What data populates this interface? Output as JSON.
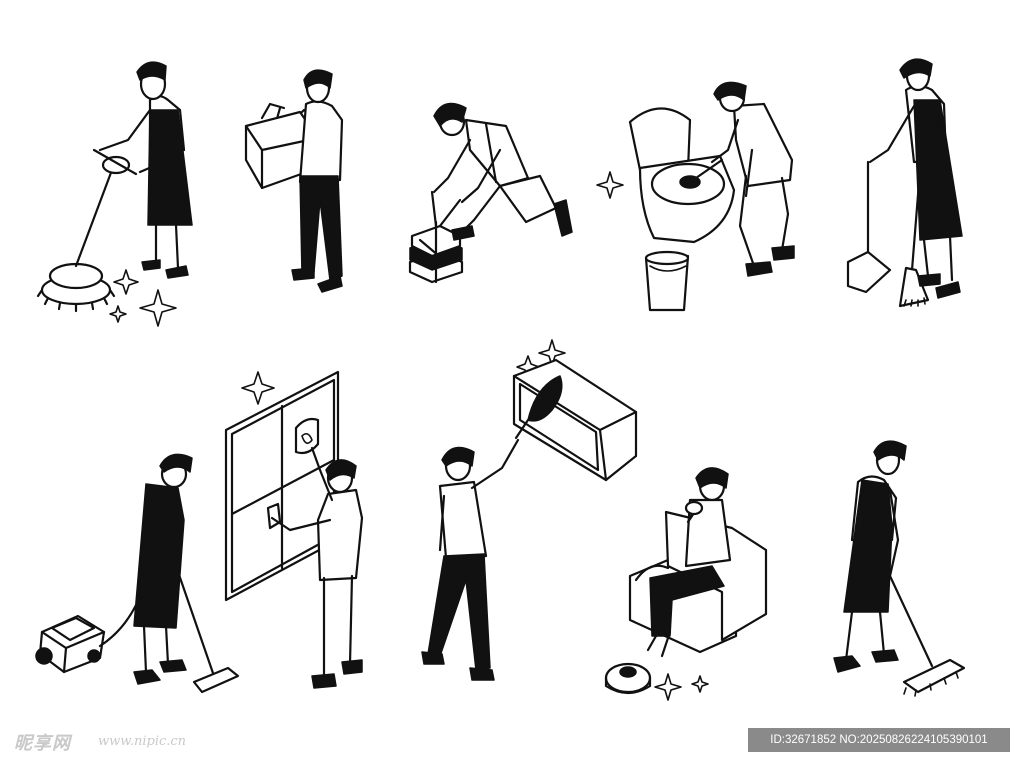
{
  "watermark": {
    "logo_text": "昵享网",
    "url": "www.nipic.cn"
  },
  "id_banner": {
    "text": "ID:32671852 NO:20250826224105390101"
  },
  "palette": {
    "ink": "#111111",
    "paper": "#ffffff",
    "banner": "#8a8a8a",
    "watermark": "#c9c9c9"
  },
  "illustrations": [
    "floor-polisher",
    "carrying-cleaning-supplies-box",
    "tying-stack-of-papers",
    "scrubbing-toilet",
    "broom-and-dustpan",
    "vacuum-cleaner",
    "washing-window",
    "dusting-shelf",
    "relaxing-with-robot-vacuum",
    "mopping-floor"
  ]
}
